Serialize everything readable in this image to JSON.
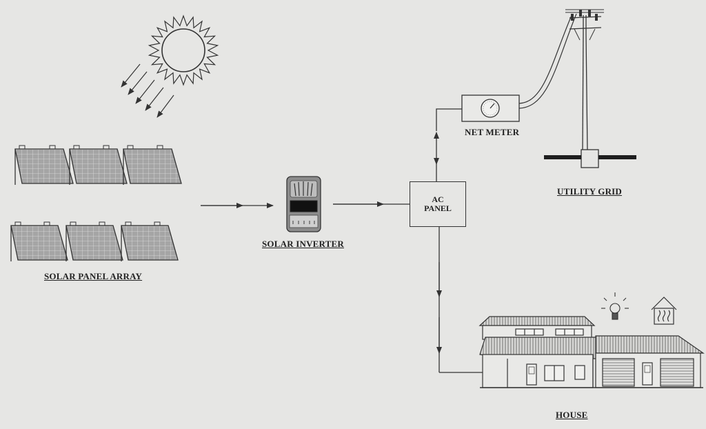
{
  "labels": {
    "solar_panel_array": "SOLAR PANEL ARRAY",
    "solar_inverter": "SOLAR INVERTER",
    "net_meter": "NET METER",
    "utility_grid": "UTILITY GRID",
    "house": "HOUSE",
    "ac_line1": "AC",
    "ac_line2": "PANEL"
  },
  "colors": {
    "paper": "#e6e6e4",
    "ink": "#333333",
    "panel_fill": "#9a9a9a"
  },
  "icons": [
    "sun-icon",
    "solar-panel-icon",
    "inverter-icon",
    "net-meter-icon",
    "utility-pole-icon",
    "house-icon",
    "light-bulb-icon",
    "heating-icon"
  ]
}
